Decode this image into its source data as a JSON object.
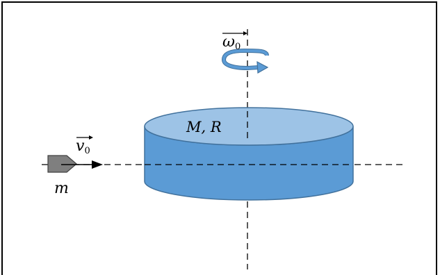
{
  "labels": {
    "omega": "ω",
    "omega_sub": "0",
    "velocity": "v",
    "velocity_sub": "0",
    "disk": "M, R",
    "projectile_mass": "m"
  },
  "colors": {
    "disk_side": "#5b9bd5",
    "disk_top": "#9dc3e6",
    "disk_outline": "#41719c",
    "arrow_blue": "#2e75b6",
    "projectile": "#7f7f7f",
    "line": "#000000",
    "frame": "#000000"
  },
  "icons": {
    "rotation": "curved-rotation-arrow",
    "projectile": "bullet-shape",
    "velocity_arrow": "arrow-right"
  }
}
